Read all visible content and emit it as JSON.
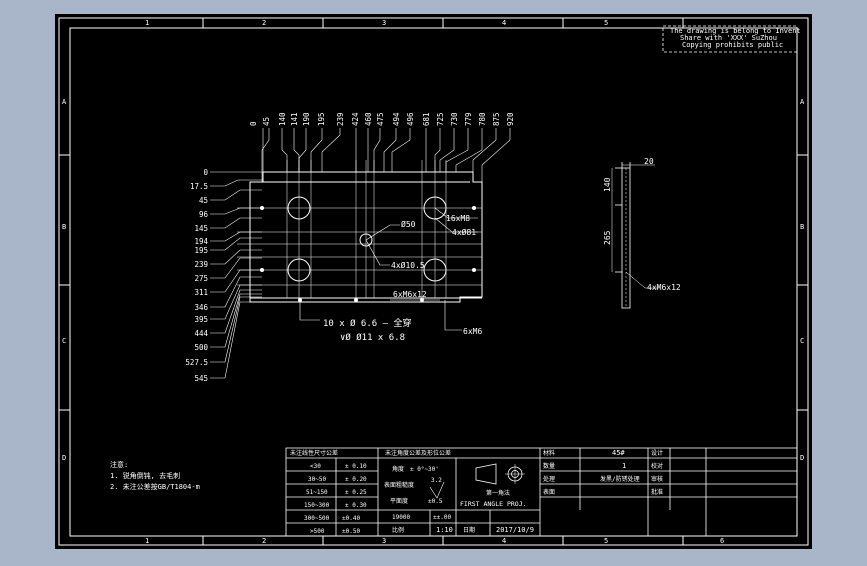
{
  "colors": {
    "background": "#a9b6c9",
    "sheet": "#000000",
    "line": "#ffffff",
    "accent_line": "#d8d8d8"
  },
  "notice": {
    "line1": "The drawing is belong to Invent",
    "line2": "Share with 'XXX' SuZhou",
    "line3": "Copying prohibits public"
  },
  "border_labels": {
    "columns": [
      "1",
      "2",
      "3",
      "4",
      "5",
      "6"
    ],
    "rows": [
      "A",
      "B",
      "C",
      "D"
    ]
  },
  "dimensions": {
    "top": [
      "0",
      "45",
      "140",
      "141",
      "190",
      "195",
      "239",
      "424",
      "460",
      "475",
      "494",
      "496",
      "681",
      "725",
      "730",
      "779",
      "780",
      "875",
      "920"
    ],
    "left": [
      "0",
      "17.5",
      "45",
      "96",
      "145",
      "194",
      "195",
      "239",
      "275",
      "311",
      "346",
      "395",
      "444",
      "500",
      "527.5",
      "545"
    ]
  },
  "callouts": {
    "tap_m8": "16xM8",
    "hole_81": "4xØ81",
    "hole_50": "Ø50",
    "hole_105": "4xØ10.5",
    "m6x12": "6xM6x12",
    "counterbore_1": "10 x Ø 6.6 — 全穿",
    "counterbore_2": "∨Ø Ø11 x 6.8",
    "m6": "6xM6"
  },
  "side_view": {
    "width": "20",
    "dim_a": "140",
    "dim_b": "265",
    "thread": "4xM6x12"
  },
  "notes": {
    "title": "注意:",
    "line1": "1. 锐角倒钝, 去毛刺",
    "line2": "2. 未注公差按GB/T1804-m"
  },
  "title_block": {
    "tol_header": "未注线性尺寸公差",
    "tol_rows": [
      {
        "range": "<30",
        "tol": "± 0.10"
      },
      {
        "range": "30~50",
        "tol": "± 0.20"
      },
      {
        "range": "51~150",
        "tol": "± 0.25"
      },
      {
        "range": "150~300",
        "tol": "± 0.30"
      },
      {
        "range": "300~500",
        "tol": "±0.40"
      },
      {
        "range": ">500",
        "tol": "±0.50"
      }
    ],
    "general_header": "未注角度公差及形位公差",
    "angle_label": "角度",
    "angle_value": "± 0°~30'",
    "roughness_label": "表面粗糙度",
    "roughness_value": "3.2",
    "flatness_label": "平面度",
    "flatness_value": "±0.5",
    "drawing_no": "19000",
    "weight": "±±.00",
    "scale_label": "比例",
    "scale_value": "1:10",
    "date_label": "日期",
    "date_value": "2017/10/9",
    "projection": "FIRST ANGLE PROJ.",
    "projection_cn": "第一角法",
    "material_label": "材料",
    "material_value": "45#",
    "qty_label": "数量",
    "qty_value": "1",
    "treatment_label": "处理",
    "treatment_value": "发黑/防锈处理",
    "surface_label": "表面",
    "drawn_label": "设计",
    "checked_label": "校对",
    "approved_label": "审核",
    "approved2_label": "批准"
  }
}
